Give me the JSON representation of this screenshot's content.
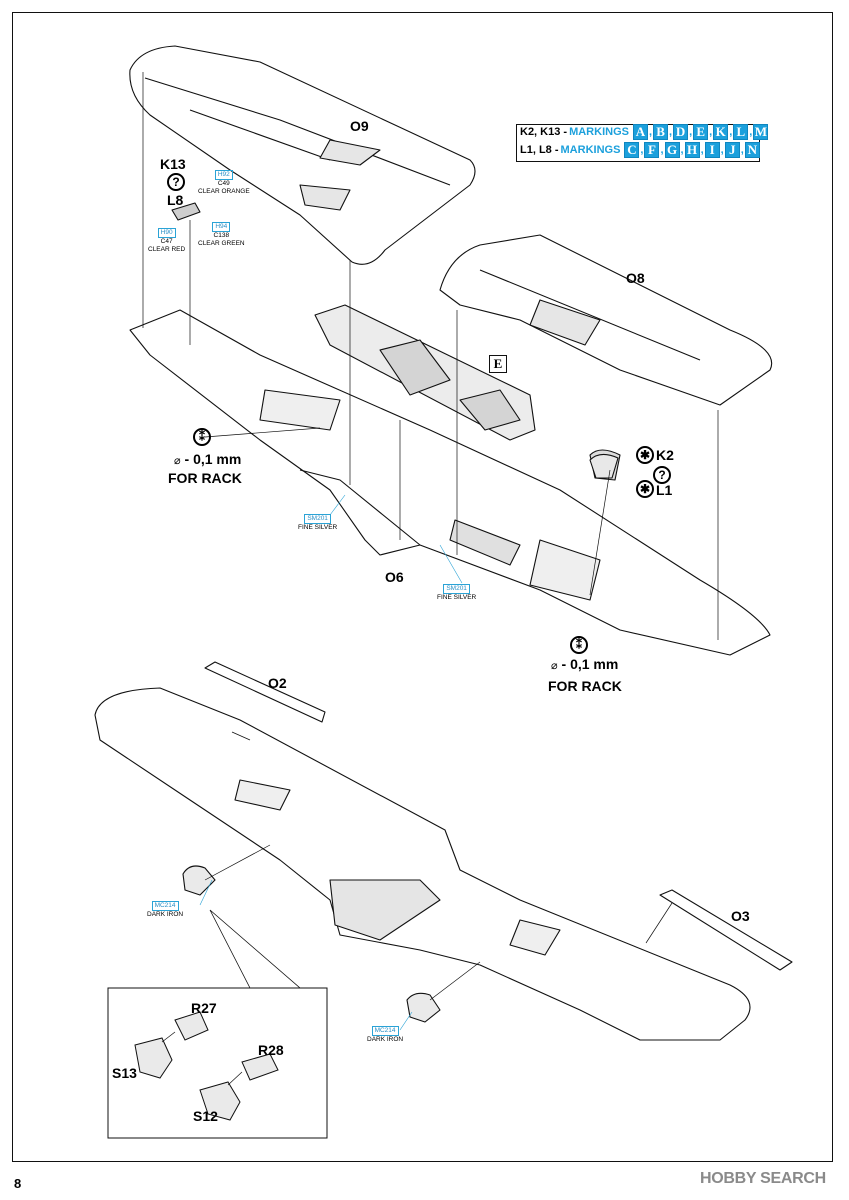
{
  "page_number": "8",
  "markings": [
    {
      "prefix": "K2, K13 -",
      "keyword": "MARKINGS",
      "letters": [
        "A",
        "B",
        "D",
        "E",
        "K",
        "L",
        "M"
      ]
    },
    {
      "prefix": "L1, L8 -",
      "keyword": "MARKINGS",
      "letters": [
        "C",
        "F",
        "G",
        "H",
        "I",
        "J",
        "N"
      ]
    }
  ],
  "parts": {
    "o9": "O9",
    "o8": "O8",
    "o6": "O6",
    "o2": "O2",
    "o3": "O3",
    "k13": "K13",
    "l8": "L8",
    "k2": "K2",
    "l1": "L1",
    "r27": "R27",
    "r28": "R28",
    "s13": "S13",
    "s12": "S12",
    "e_box": "E"
  },
  "callouts": {
    "drill_left": "- 0,1 mm",
    "drill_right": "- 0,1 mm",
    "for_rack_left": "FOR RACK",
    "for_rack_right": "FOR RACK",
    "diameter_symbol": "⌀",
    "question": "?"
  },
  "paints": {
    "h92": {
      "code": "H92",
      "sub": "C49",
      "name": "CLEAR ORANGE"
    },
    "h94": {
      "code": "H94",
      "sub": "C138",
      "name": "CLEAR GREEN"
    },
    "h90": {
      "code": "H90",
      "sub": "C47",
      "name": "CLEAR RED"
    },
    "sm201_a": {
      "code": "SM201",
      "name": "FINE SILVER"
    },
    "sm201_b": {
      "code": "SM201",
      "name": "FINE SILVER"
    },
    "mc214_a": {
      "code": "MC214",
      "name": "DARK IRON"
    },
    "mc214_b": {
      "code": "MC214",
      "name": "DARK IRON"
    }
  },
  "watermark": "HOBBY SEARCH",
  "colors": {
    "accent": "#1ca0dc",
    "line": "#111111",
    "shade": "#d8d8d8"
  }
}
